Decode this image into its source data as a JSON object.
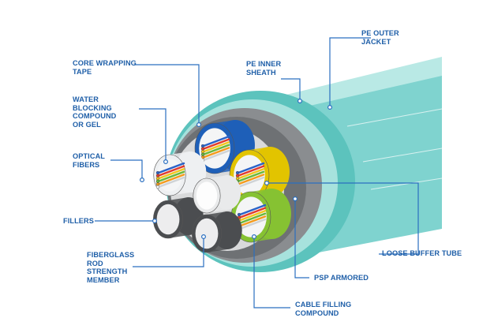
{
  "colors": {
    "label_text": "#1f5fa8",
    "leader_line": "#2a6fc0",
    "outer_jacket": "#7fd3cf",
    "outer_jacket_light": "#b9e9e5",
    "armor_gray": "#8a8d90",
    "core_gray": "#d9dadb",
    "tube_blue": "#1e5fb8",
    "tube_yellow": "#e2c400",
    "tube_green": "#86c232",
    "tube_white": "#eef0f2",
    "filler_dark": "#4b4d50"
  },
  "fiber_colors": [
    "#2a62c8",
    "#e23b2d",
    "#f2c61d",
    "#68b83a",
    "#f49b1c",
    "#ffffff"
  ],
  "labels": {
    "core_wrapping_tape": "CORE WRAPPING\nTAPE",
    "water_blocking": "WATER\nBLOCKING\nCOMPOUND\nOR GEL",
    "optical_fibers": "OPTICAL\nFIBERS",
    "fillers": "FILLERS",
    "fiberglass_rod": "FIBERGLASS\nROD\nSTRENGTH\nMEMBER",
    "pe_inner_sheath": "PE INNER\nSHEATH",
    "pe_outer_jacket": "PE OUTER\nJACKET",
    "loose_buffer_tube": "LOOSE BUFFER TUBE",
    "psp_armored": "PSP ARMORED",
    "cable_filling_compound": "CABLE FILLING\nCOMPOUND"
  }
}
